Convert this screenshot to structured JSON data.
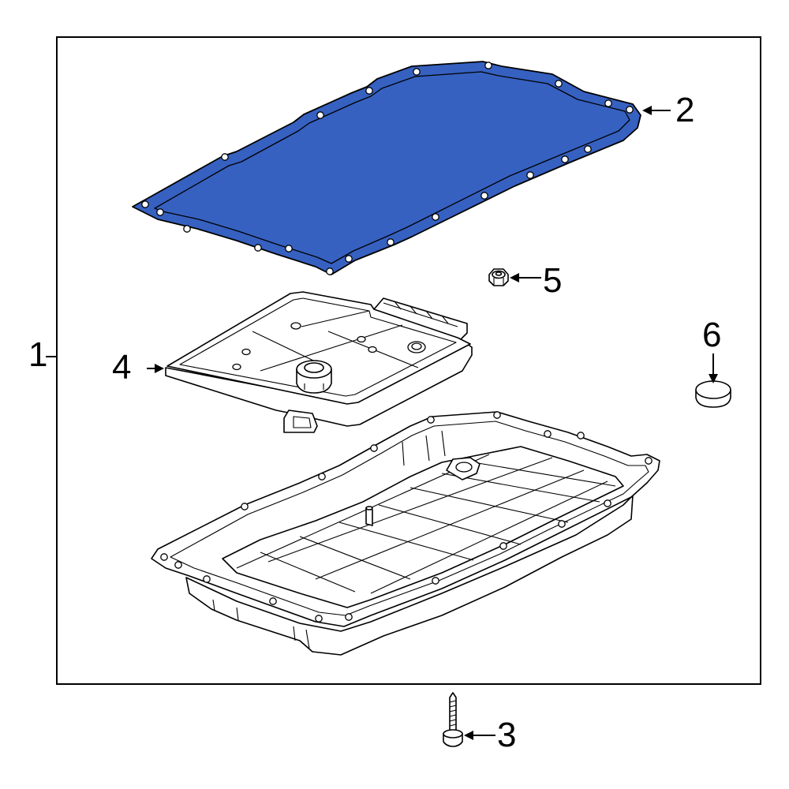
{
  "callouts": {
    "c1": "1",
    "c2": "2",
    "c3": "3",
    "c4": "4",
    "c5": "5",
    "c6": "6"
  },
  "colors": {
    "highlight_part": "#3661c1",
    "line": "#000000",
    "background": "#ffffff"
  }
}
